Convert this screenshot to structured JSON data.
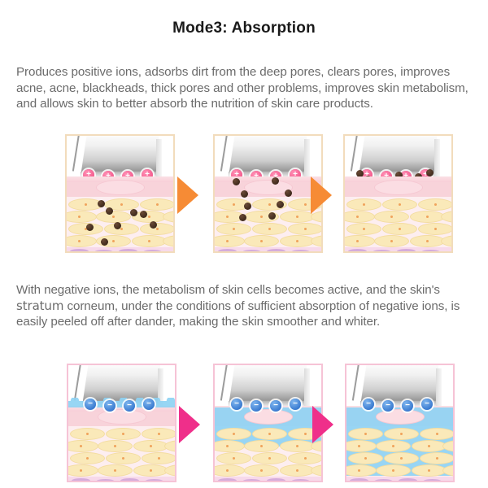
{
  "title": "Mode3: Absorption",
  "paragraphs": {
    "first": "Produces positive ions, adsorbs dirt from the deep pores, clears pores, improves acne, acne, blackheads, thick pores and other problems, improves skin metabolism, and allows skin to better absorb the nutrition of skin care products.",
    "second_part1": "With negative ions, the metabolism of skin cells becomes active, and the skin's ",
    "second_emphasis": "stratum",
    "second_part2": " corneum, under the conditions of sufficient absorption of negative ions, is easily peeled off after dander, making the skin smoother and whiter."
  },
  "colors": {
    "title_text": "#1a1a1a",
    "body_text": "#6b6b6b",
    "panel_border_top": "#f2dcbc",
    "panel_border_bottom": "#f6c3d6",
    "arrow_top": "#f68b35",
    "arrow_bottom": "#ef2f8a",
    "positive_ion": "#f0467f",
    "negative_ion": "#1f63c4",
    "dirt": "#2e1d12",
    "negative_ion_fluid": "#8fd3f4",
    "skin_surface": "#f8cfd8",
    "cell_fill": "#fae9b9",
    "cell_nucleus": "#f0a35c"
  },
  "figure_rows": [
    {
      "name": "positive-ion-absorption-sequence",
      "ion_type": "positive",
      "ion_glyph": "+",
      "arrow_color": "#f68b35",
      "panels": [
        {
          "label": "step-1-dirt-deep-in-pores",
          "ion_count": 4,
          "dirt_count": 8,
          "dirt_zone": "deep-dermis"
        },
        {
          "label": "step-2-dirt-rising-toward-probe",
          "ion_count": 4,
          "dirt_count": 8,
          "dirt_zone": "mid-rising"
        },
        {
          "label": "step-3-dirt-adsorbed-at-probe",
          "ion_count": 4,
          "dirt_count": 6,
          "dirt_zone": "surface-collected"
        }
      ]
    },
    {
      "name": "negative-ion-penetration-sequence",
      "ion_type": "negative",
      "ion_glyph": "−",
      "arrow_color": "#ef2f8a",
      "panels": [
        {
          "label": "step-1-negative-ions-at-surface",
          "ion_count": 4,
          "fluid_depth_percent": 8
        },
        {
          "label": "step-2-negative-ions-partial-penetration",
          "ion_count": 4,
          "fluid_depth_percent": 52
        },
        {
          "label": "step-3-negative-ions-full-penetration",
          "ion_count": 4,
          "fluid_depth_percent": 86
        }
      ]
    }
  ]
}
